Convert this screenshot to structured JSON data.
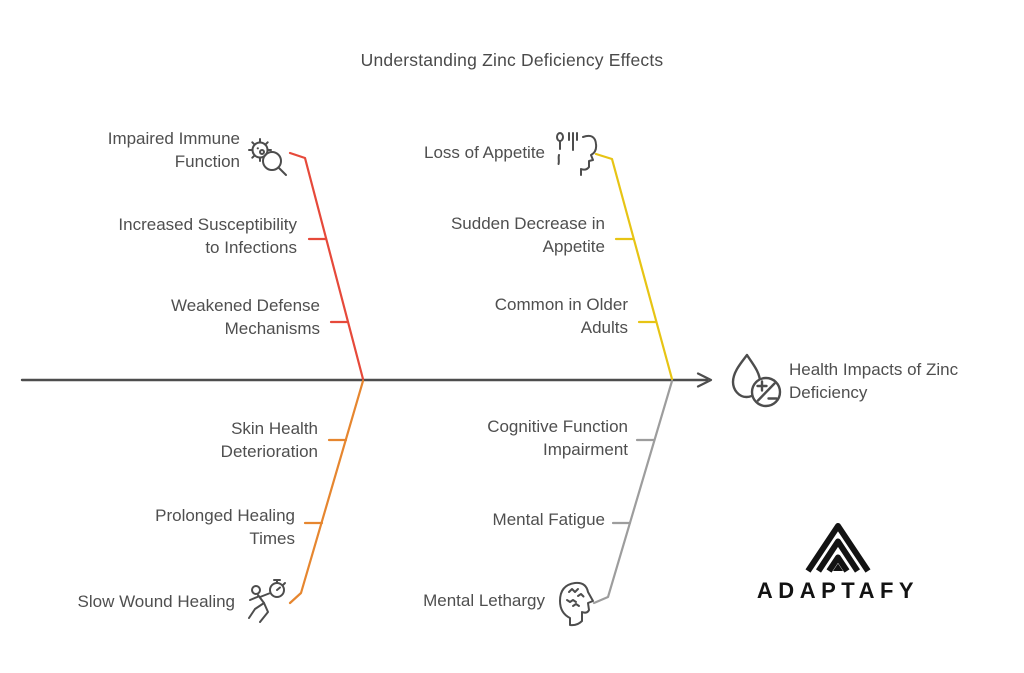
{
  "title": "Understanding Zinc Deficiency Effects",
  "branches": {
    "top_left": {
      "color": "#e6493a",
      "icon": "virus-under-magnifier",
      "head": [
        "Impaired Immune",
        "Function"
      ],
      "items": [
        [
          "Increased Susceptibility",
          "to Infections"
        ],
        [
          "Weakened Defense",
          "Mechanisms"
        ]
      ]
    },
    "top_right": {
      "color": "#e7c414",
      "icon": "utensils-and-head-profile",
      "head": [
        "Loss of Appetite"
      ],
      "items": [
        [
          "Sudden Decrease in",
          "Appetite"
        ],
        [
          "Common in Older",
          "Adults"
        ]
      ]
    },
    "bottom_left": {
      "color": "#e6862f",
      "icon": "runner-with-stopwatch",
      "head": [
        "Slow Wound Healing"
      ],
      "items": [
        [
          "Skin Health",
          "Deterioration"
        ],
        [
          "Prolonged Healing",
          "Times"
        ]
      ]
    },
    "bottom_right": {
      "color": "#9d9d9d",
      "icon": "head-with-brain-fog",
      "head": [
        "Mental Lethargy"
      ],
      "items": [
        [
          "Cognitive Function",
          "Impairment"
        ],
        [
          "Mental Fatigue"
        ]
      ]
    }
  },
  "effect": {
    "icon": "droplet-plus-minus",
    "label": [
      "Health Impacts of Zinc",
      "Deficiency"
    ]
  },
  "colors": {
    "spine": "#4d4d4d",
    "text": "#4f4f4f",
    "icon_stroke": "#4d4d4d",
    "logo": "#131313"
  },
  "logo": {
    "wordmark": "ADAPTAFY",
    "icon": "nested-chevron-mountain"
  }
}
